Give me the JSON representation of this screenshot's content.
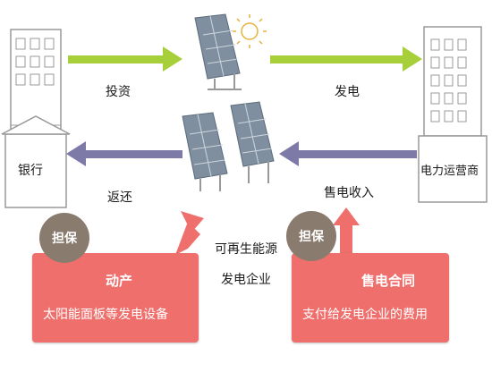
{
  "left_entity": {
    "label": "银行"
  },
  "right_entity": {
    "label": "电力运营商"
  },
  "center_label": {
    "line1": "可再生能源",
    "line2": "发电企业"
  },
  "flows": {
    "invest": "投资",
    "repay": "返还",
    "generate": "发电",
    "sales_income": "售电收入"
  },
  "left_box": {
    "badge": "担保",
    "title": "动产",
    "subtitle": "太阳能面板等发电设备"
  },
  "right_box": {
    "badge": "担保",
    "title": "售电合同",
    "subtitle": "支付给发电企业的费用"
  },
  "colors": {
    "green_arrow": "#a6cf3a",
    "purple_arrow": "#7d7aa8",
    "pink_box": "#ef6f6c",
    "badge": "#8a7b6f",
    "solar_panel": "#7f8fa0"
  }
}
